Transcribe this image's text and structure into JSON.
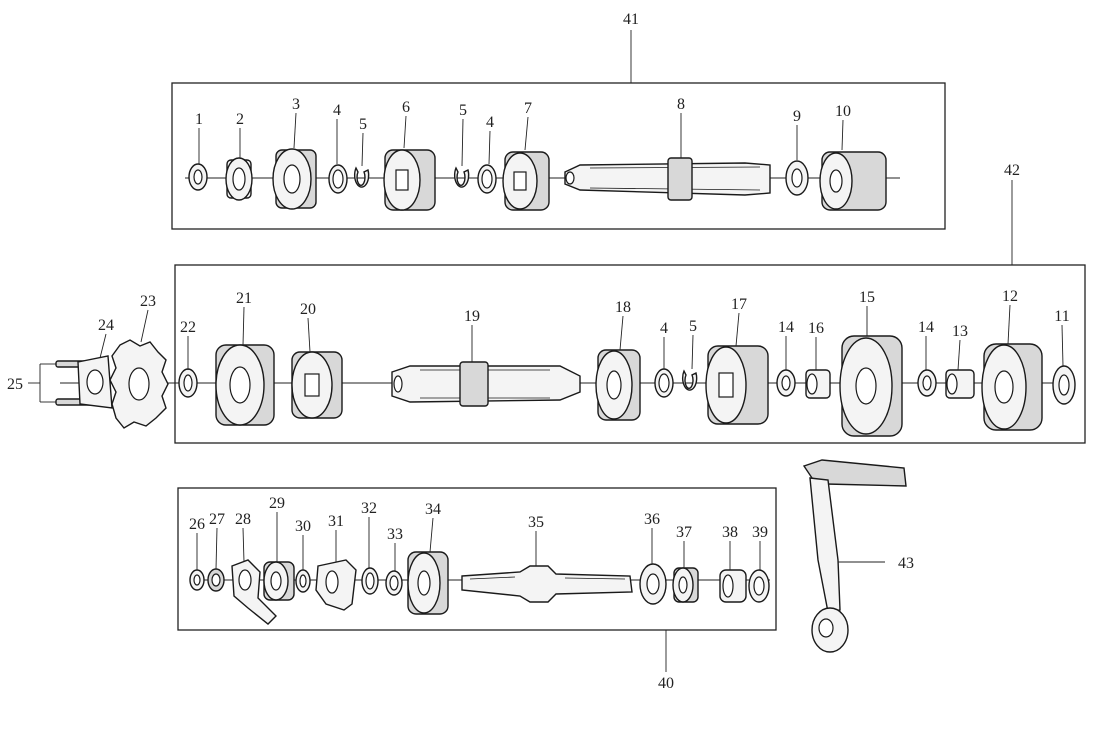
{
  "groups": [
    {
      "key": "g41",
      "label": "41",
      "parts": [
        "1",
        "2",
        "3",
        "4",
        "5",
        "6",
        "5",
        "4",
        "7",
        "8",
        "9",
        "10"
      ]
    },
    {
      "key": "g42",
      "label": "42",
      "parts": [
        "11",
        "12",
        "13",
        "14",
        "15",
        "16",
        "14",
        "17",
        "5",
        "4",
        "18",
        "19",
        "20",
        "21",
        "22"
      ]
    },
    {
      "key": "g40",
      "label": "40",
      "parts": [
        "26",
        "27",
        "28",
        "29",
        "30",
        "31",
        "32",
        "33",
        "34",
        "35",
        "36",
        "37",
        "38",
        "39"
      ]
    }
  ],
  "loose_parts": [
    "23",
    "24",
    "25",
    "43"
  ]
}
